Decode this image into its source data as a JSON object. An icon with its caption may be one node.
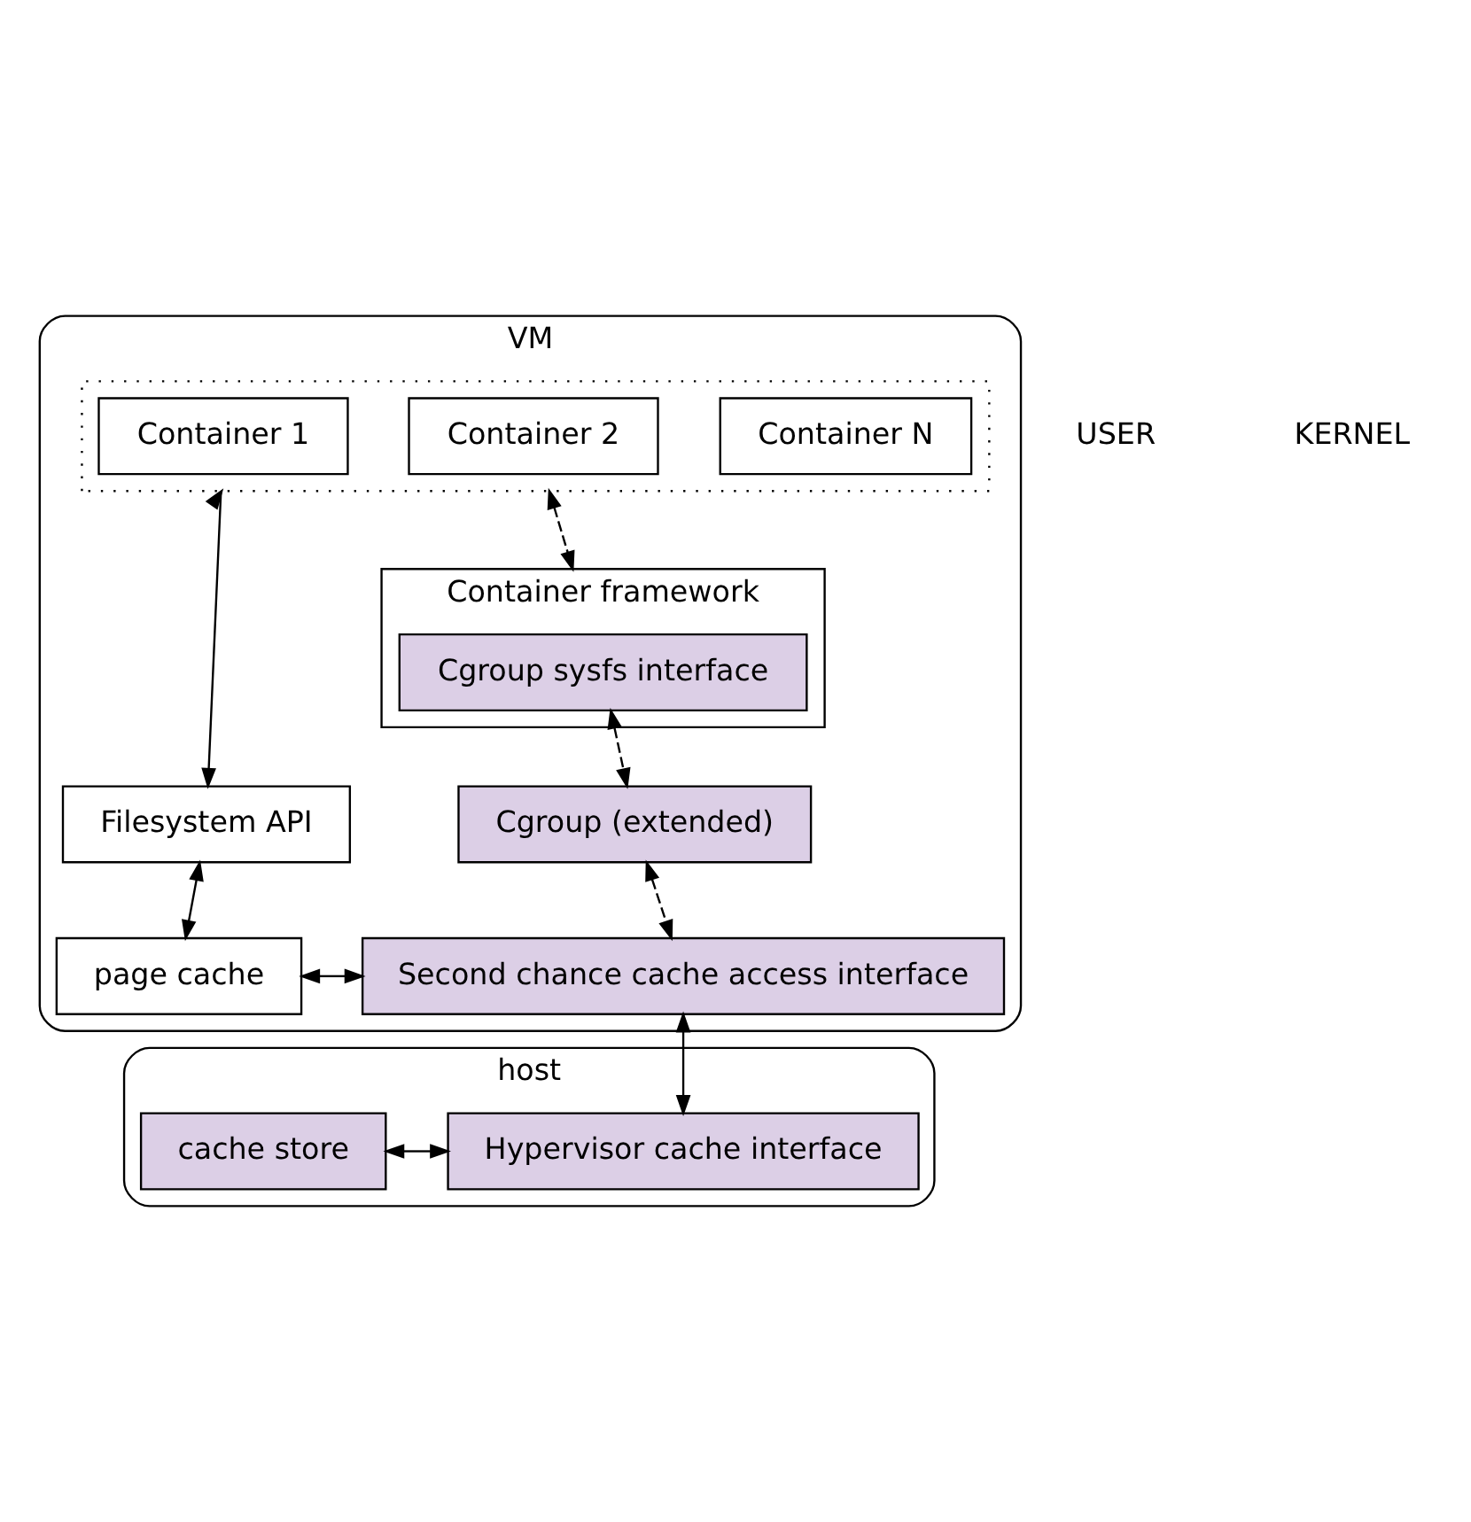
{
  "diagram": {
    "nodes": [
      {
        "text": [
          "VM"
        ]
      },
      {
        "text": [],
        "shape": "box",
        "in": 0
      },
      {
        "text": [
          "Container 1"
        ],
        "in": 1
      },
      {
        "text": [
          "Container 2"
        ],
        "in": 1
      },
      {
        "text": [
          "Container N"
        ],
        "in": 1
      },
      {
        "text": [
          "Container framework"
        ],
        "in": 0
      },
      {
        "text": [
          "Cgroup sysfs interface"
        ],
        "in": 5
      },
      {
        "text": [
          "Filesystem API"
        ],
        "in": 0
      },
      {
        "text": [
          "Cgroup (extended)"
        ],
        "in": 0
      },
      {
        "text": [
          "page cache"
        ],
        "in": 0
      },
      {
        "text": [
          "Second chance cache access interface"
        ],
        "in": 0
      },
      {
        "text": [
          "host"
        ]
      },
      {
        "text": [
          "Hypervisor cache interface"
        ],
        "in": 11
      },
      {
        "text": [
          "cache store"
        ],
        "in": 11
      }
    ],
    "edges": [
      {
        "from": 1,
        "to": 7,
        "arrow": "both"
      },
      {
        "from": 1,
        "to": 5,
        "arrow": "both",
        "style": "dashed"
      },
      {
        "from": 6,
        "to": 8,
        "arrow": "both",
        "style": "dashed"
      },
      {
        "from": 7,
        "to": 9,
        "arrow": "both"
      },
      {
        "from": 9,
        "to": 10,
        "arrow": "both"
      },
      {
        "from": 8,
        "to": 10,
        "arrow": "both",
        "style": "dashed"
      },
      {
        "from": 10,
        "to": 12,
        "arrow": "both"
      },
      {
        "from": 13,
        "to": 12,
        "arrow": "both"
      }
    ],
    "labels": [
      "USER",
      "KERNEL"
    ]
  }
}
